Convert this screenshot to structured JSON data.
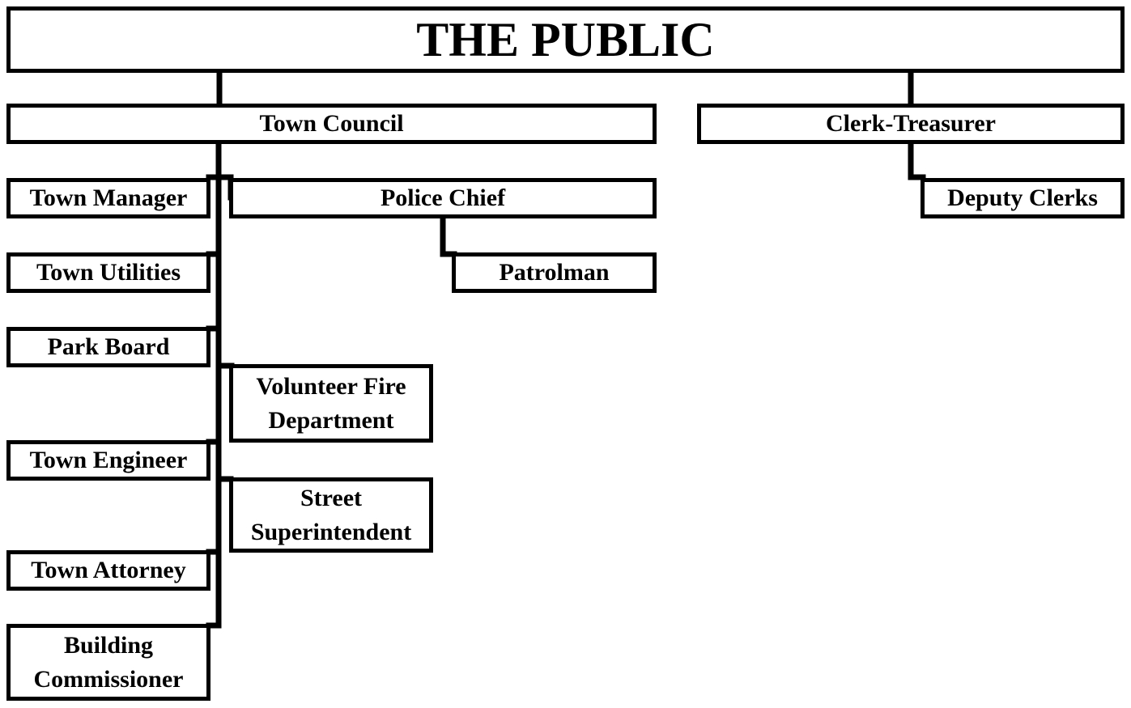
{
  "chart": {
    "root": "THE PUBLIC",
    "nodes": {
      "town_council": "Town Council",
      "clerk_treasurer": "Clerk-Treasurer",
      "town_manager": "Town Manager",
      "police_chief": "Police Chief",
      "deputy_clerks": "Deputy Clerks",
      "town_utilities": "Town Utilities",
      "patrolman": "Patrolman",
      "park_board": "Park Board",
      "volunteer_fire_department": [
        "Volunteer Fire",
        "Department"
      ],
      "town_engineer": "Town Engineer",
      "street_superintendent": [
        "Street",
        "Superintendent"
      ],
      "town_attorney": "Town Attorney",
      "building_commissioner": [
        "Building",
        "Commissioner"
      ]
    }
  }
}
